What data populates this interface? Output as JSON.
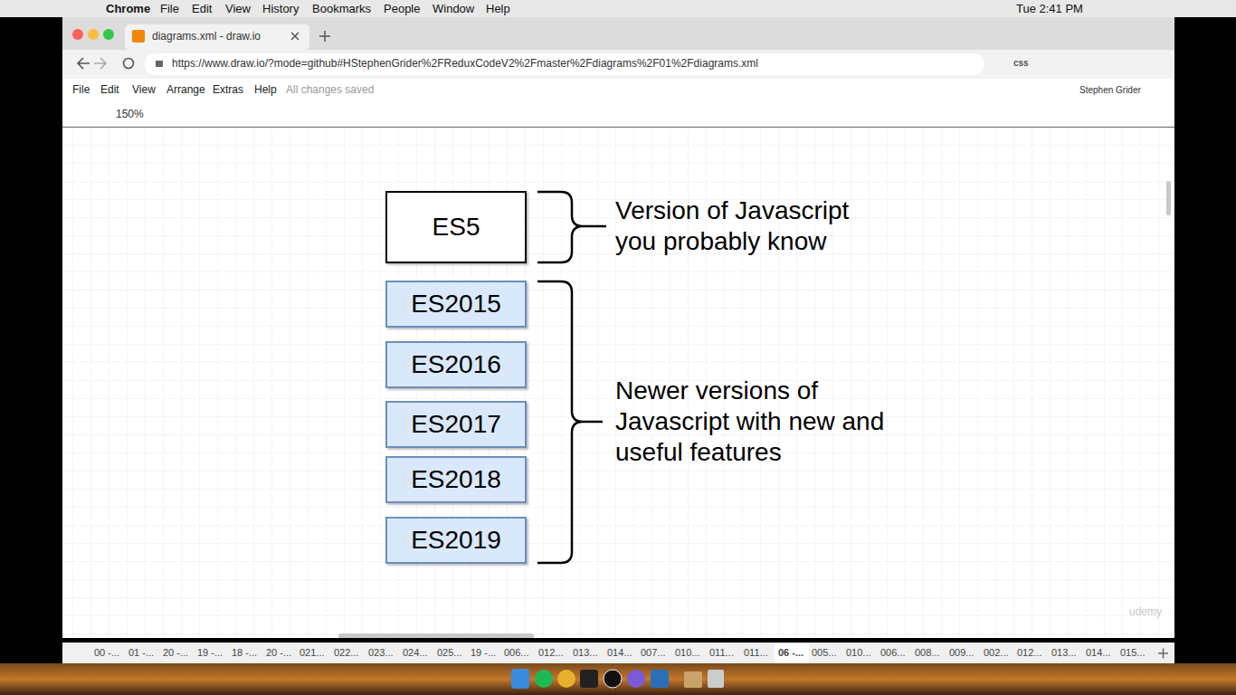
{
  "diagram": {
    "nodes": [
      {
        "text": [
          "ES5"
        ]
      },
      {
        "text": [
          "ES2015"
        ]
      },
      {
        "text": [
          "ES2016"
        ]
      },
      {
        "text": [
          "ES2017"
        ]
      },
      {
        "text": [
          "ES2018"
        ]
      },
      {
        "text": [
          "ES2019"
        ]
      }
    ],
    "labels": [
      "Chrome",
      "File",
      "Edit",
      "View",
      "History",
      "Bookmarks",
      "People",
      "Window",
      "Help",
      "Tue 2:41 PM",
      "diagrams.xml - draw.io",
      "https://www.draw.io/?mode=github#HStephenGrider%2FReduxCodeV2%2Fmaster%2Fdiagrams%2F01%2Fdiagrams.xml",
      "css",
      "File",
      "Edit",
      "View",
      "Arrange",
      "Extras",
      "Help",
      "All changes saved",
      "Stephen Grider",
      "150%",
      "Version of Javascript you probably know",
      "Newer versions of Javascript with new and useful features",
      "udemy",
      "00 -...",
      "01 -...",
      "20 -...",
      "19 -...",
      "18 -...",
      "20 -...",
      "021...",
      "022...",
      "023...",
      "024...",
      "025...",
      "19 -...",
      "006...",
      "012...",
      "013...",
      "014...",
      "007...",
      "010...",
      "011...",
      "011...",
      "06 -...",
      "005...",
      "010...",
      "006...",
      "008...",
      "009...",
      "002...",
      "012...",
      "013...",
      "014...",
      "015..."
    ]
  }
}
